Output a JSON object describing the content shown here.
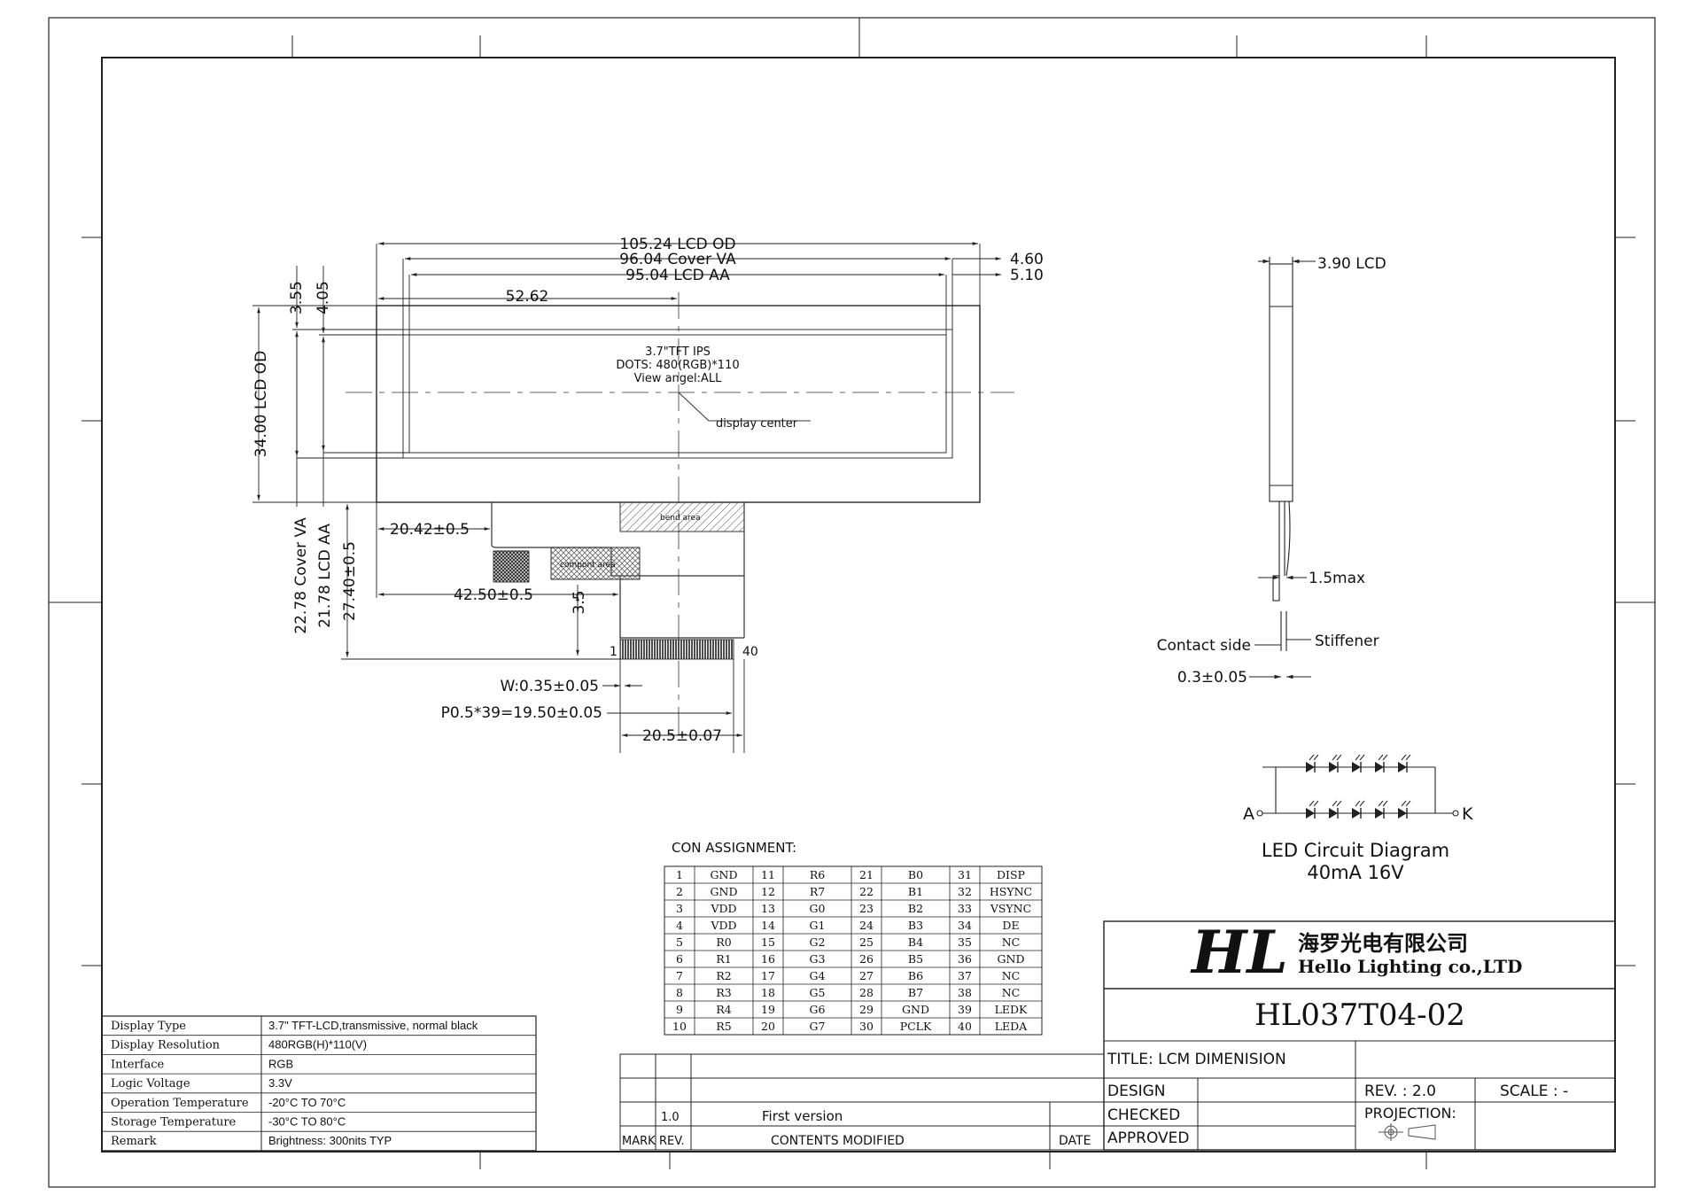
{
  "front_view": {
    "dim_lcd_od_width": "105.24 LCD OD",
    "dim_cover_va_width": "96.04 Cover VA",
    "dim_lcd_aa_width": "95.04 LCD AA",
    "dim_half_width": "52.62",
    "dim_right_offset_1": "4.60",
    "dim_right_offset_2": "5.10",
    "dim_top_1": "3.55",
    "dim_top_2": "4.05",
    "dim_lcd_od_height": "34.00 LCD OD",
    "dim_cover_va_height": "22.78 Cover VA",
    "dim_lcd_aa_height": "21.78 LCD AA",
    "dim_total_height": "27.40±0.5",
    "dim_fpc_left": "20.42±0.5",
    "dim_fpc_offset": "42.50±0.5",
    "dim_fpc_gap": "3.5",
    "dim_pin_width": "W:0.35±0.05",
    "dim_pitch": "P0.5*39=19.50±0.05",
    "dim_fpc_width": "20.5±0.07",
    "panel_line_1": "3.7\"TFT IPS",
    "panel_line_2": "DOTS: 480(RGB)*110",
    "panel_line_3": "View angel:ALL",
    "display_center_label": "display center",
    "bend_area_label": "bend area",
    "component_area_label": "compont area",
    "pin_first": "1",
    "pin_last": "40"
  },
  "side_view": {
    "lcd_thickness": "3.90 LCD",
    "fpc_max": "1.5max",
    "contact_side": "Contact side",
    "stiffener": "Stiffener",
    "stiffener_thickness": "0.3±0.05"
  },
  "led_circuit": {
    "anode": "A",
    "cathode": "K",
    "title": "LED Circuit Diagram",
    "spec": "40mA 16V"
  },
  "con_assignment": {
    "title": "CON ASSIGNMENT:",
    "rows": [
      [
        "1",
        "GND",
        "11",
        "R6",
        "21",
        "B0",
        "31",
        "DISP"
      ],
      [
        "2",
        "GND",
        "12",
        "R7",
        "22",
        "B1",
        "32",
        "HSYNC"
      ],
      [
        "3",
        "VDD",
        "13",
        "G0",
        "23",
        "B2",
        "33",
        "VSYNC"
      ],
      [
        "4",
        "VDD",
        "14",
        "G1",
        "24",
        "B3",
        "34",
        "DE"
      ],
      [
        "5",
        "R0",
        "15",
        "G2",
        "25",
        "B4",
        "35",
        "NC"
      ],
      [
        "6",
        "R1",
        "16",
        "G3",
        "26",
        "B5",
        "36",
        "GND"
      ],
      [
        "7",
        "R2",
        "17",
        "G4",
        "27",
        "B6",
        "37",
        "NC"
      ],
      [
        "8",
        "R3",
        "18",
        "G5",
        "28",
        "B7",
        "38",
        "NC"
      ],
      [
        "9",
        "R4",
        "19",
        "G6",
        "29",
        "GND",
        "39",
        "LEDK"
      ],
      [
        "10",
        "R5",
        "20",
        "G7",
        "30",
        "PCLK",
        "40",
        "LEDA"
      ]
    ]
  },
  "specs": [
    {
      "label": "Display Type",
      "value": "3.7\" TFT-LCD,transmissive, normal black"
    },
    {
      "label": "Display Resolution",
      "value": "480RGB(H)*110(V)"
    },
    {
      "label": "Interface",
      "value": "RGB"
    },
    {
      "label": "Logic Voltage",
      "value": "3.3V"
    },
    {
      "label": "Operation Temperature",
      "value": "-20°C  TO  70°C"
    },
    {
      "label": "Storage Temperature",
      "value": "-30°C  TO  80°C"
    },
    {
      "label": "Remark",
      "value": "Brightness: 300nits TYP"
    }
  ],
  "title_block": {
    "logo": "HL",
    "company_cn": "海罗光电有限公司",
    "company_en": "Hello Lighting co.,LTD",
    "part_number": "HL037T04-02",
    "title": "TITLE: LCM  DIMENISION",
    "design": "DESIGN",
    "checked": "CHECKED",
    "approved": "APPROVED",
    "rev": "REV. : 2.0",
    "scale": "SCALE : -",
    "projection": "PROJECTION:"
  },
  "revision_table": {
    "rev": "1.0",
    "content": "First version",
    "col_mark": "MARK",
    "col_rev": "REV.",
    "col_contents": "CONTENTS MODIFIED",
    "col_date": "DATE"
  }
}
